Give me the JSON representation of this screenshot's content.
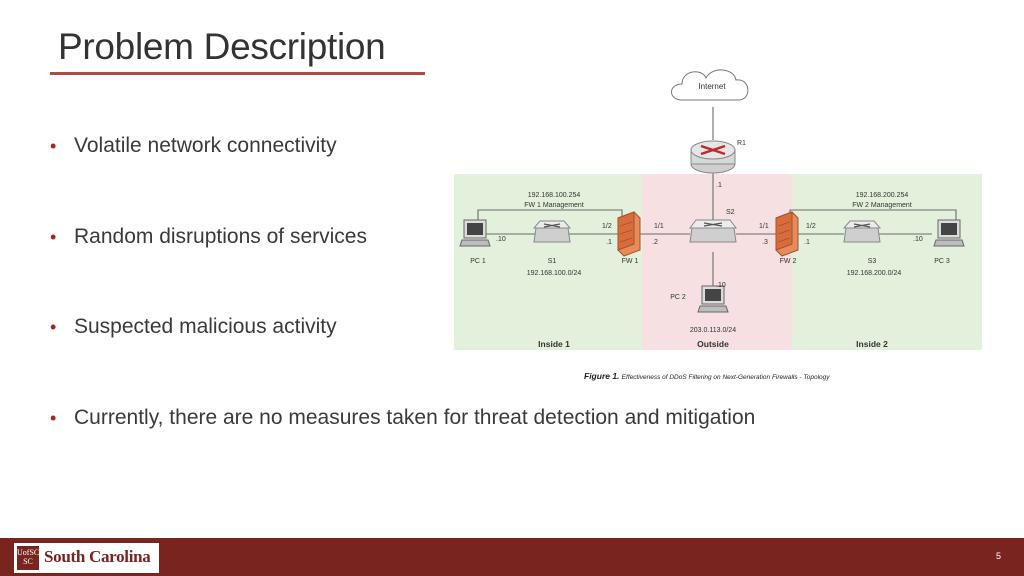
{
  "slide": {
    "title": "Problem Description",
    "bullet_glyph": "•",
    "bullets": [
      "Volatile network connectivity",
      "Random disruptions of services",
      "Suspected malicious activity",
      "Currently, there are no measures taken for threat detection and mitigation"
    ],
    "page_number": "5"
  },
  "figure": {
    "caption_label": "Figure 1.",
    "caption_text": "Effectiveness of DDoS Filtering on Next-Generation Firewalls - Topology",
    "zones": {
      "inside1": "Inside 1",
      "outside": "Outside",
      "inside2": "Inside 2"
    },
    "cloud_label": "Internet",
    "r1": {
      "name": "R1",
      "addr": ".1"
    },
    "s2": {
      "name": "S2"
    },
    "left": {
      "mgmt_ip": "192.168.100.254",
      "mgmt_label": "FW 1 Management",
      "pc": "PC 1",
      "pc_addr": ".10",
      "switch": "S1",
      "subnet": "192.168.100.0/24",
      "fw": "FW 1",
      "fw_port_in": "1/2",
      "fw_port_in_addr": ".1",
      "fw_port_out": "1/1",
      "fw_port_out_addr": ".2"
    },
    "right": {
      "mgmt_ip": "192.168.200.254",
      "mgmt_label": "FW 2 Management",
      "pc": "PC 3",
      "pc_addr": ".10",
      "switch": "S3",
      "subnet": "192.168.200.0/24",
      "fw": "FW 2",
      "fw_port_in": "1/2",
      "fw_port_in_addr": ".1",
      "fw_port_out": "1/1",
      "fw_port_out_addr": ".3"
    },
    "pc2": {
      "name": "PC 2",
      "addr": ".10",
      "subnet": "203.0.113.0/24"
    }
  },
  "logo": {
    "badge_line1": "UofSC",
    "badge_line2": "SC",
    "text": "South Carolina"
  },
  "colors": {
    "accent": "#9c2a22",
    "footer": "#7a2420",
    "zone_green": "#e3f0dc",
    "zone_pink": "#f6e0e1"
  }
}
